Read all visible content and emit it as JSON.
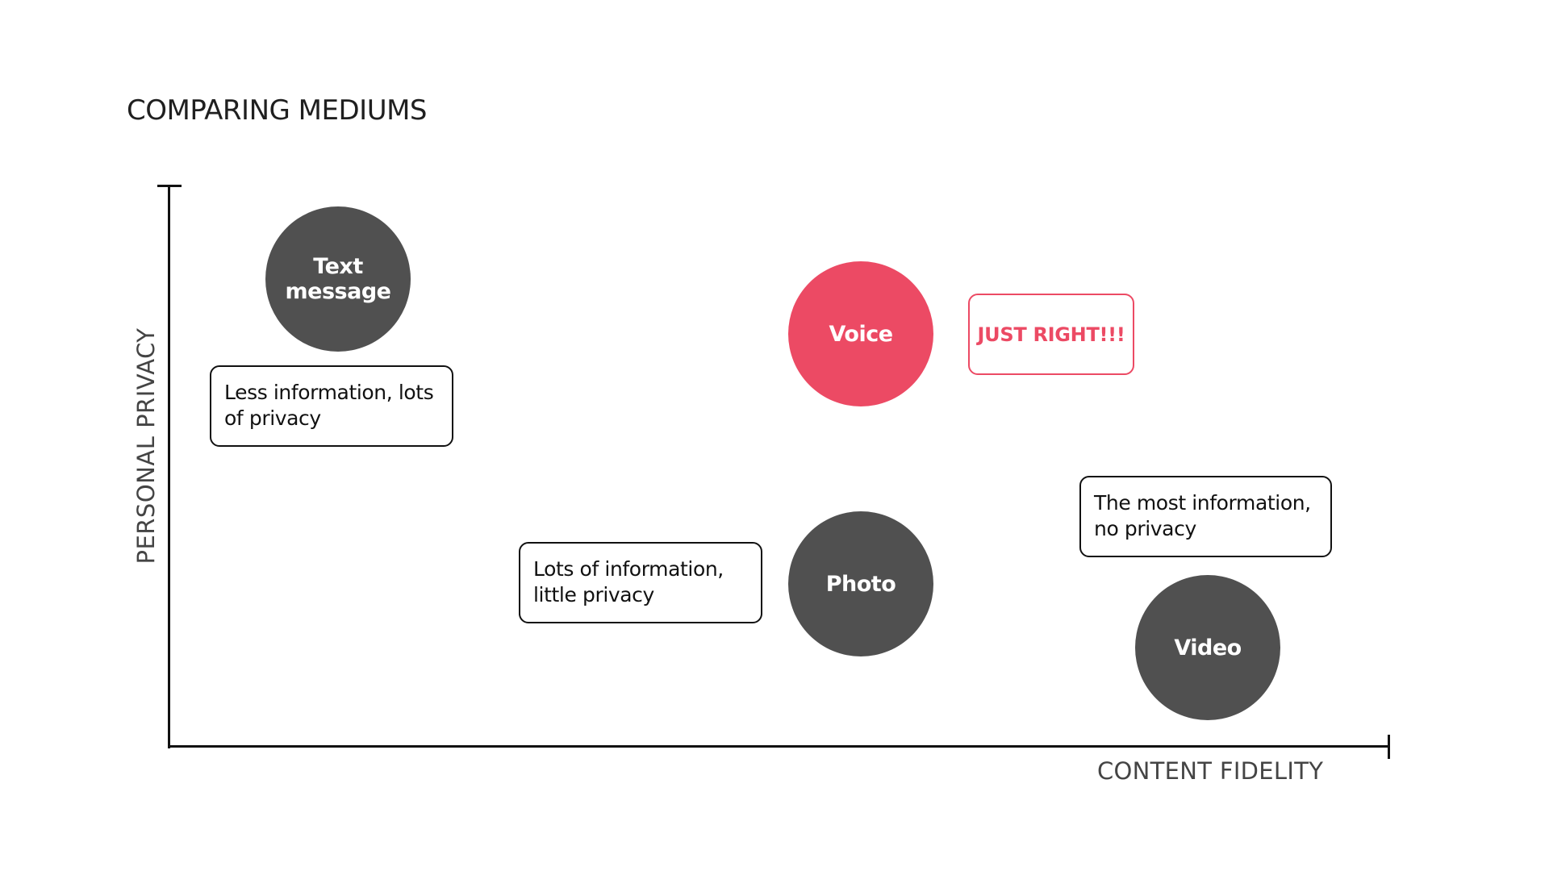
{
  "title": "COMPARING MEDIUMS",
  "axes": {
    "y_label": "PERSONAL PRIVACY",
    "x_label": "CONTENT FIDELITY"
  },
  "bubbles": [
    {
      "label": "Text message",
      "color": "#505050"
    },
    {
      "label": "Voice",
      "color": "#EC4A64"
    },
    {
      "label": "Photo",
      "color": "#505050"
    },
    {
      "label": "Video",
      "color": "#505050"
    }
  ],
  "notes": [
    {
      "text": "Less information, lots of privacy",
      "border_color": "#111111",
      "text_color": "#111111"
    },
    {
      "text": "JUST RIGHT!!!",
      "border_color": "#EC4A64",
      "text_color": "#EC4A64"
    },
    {
      "text": "Lots of information, little privacy",
      "border_color": "#111111",
      "text_color": "#111111"
    },
    {
      "text": "The most information, no privacy",
      "border_color": "#111111",
      "text_color": "#111111"
    }
  ],
  "colors": {
    "accent": "#EC4A64",
    "bubble_default": "#505050",
    "axis": "#111111"
  }
}
